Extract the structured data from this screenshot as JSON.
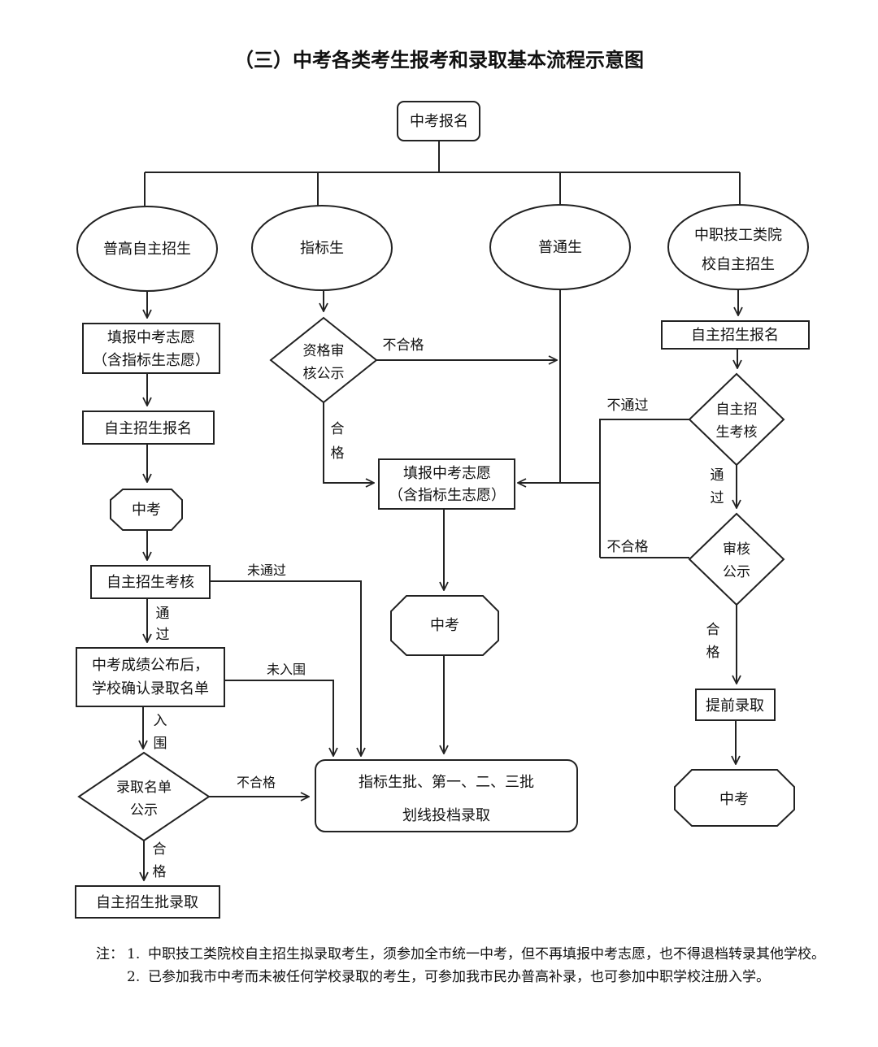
{
  "title": "（三）中考各类考生报考和录取基本流程示意图",
  "nodes": {
    "start": "中考报名",
    "cat_ordinary_high_autonomous": "普高自主招生",
    "cat_quota": "指标生",
    "cat_regular": "普通生",
    "cat_vocational_l1": "中职技工类院",
    "cat_vocational_l2": "校自主招生",
    "left_fill_l1": "填报中考志愿",
    "left_fill_l2": "（含指标生志愿）",
    "left_register": "自主招生报名",
    "left_exam": "中考",
    "left_assess": "自主招生考核",
    "left_confirm_l1": "中考成绩公布后，",
    "left_confirm_l2": "学校确认录取名单",
    "left_publicity_l1": "录取名单",
    "left_publicity_l2": "公示",
    "left_admit": "自主招生批录取",
    "quota_review_l1": "资格审",
    "quota_review_l2": "核公示",
    "mid_fill_l1": "填报中考志愿",
    "mid_fill_l2": "（含指标生志愿）",
    "mid_exam": "中考",
    "final_l1": "指标生批、第一、二、三批",
    "final_l2": "划线投档录取",
    "right_register": "自主招生报名",
    "right_assess_l1": "自主招",
    "right_assess_l2": "生考核",
    "right_publicity_l1": "审核",
    "right_publicity_l2": "公示",
    "right_early": "提前录取",
    "right_exam": "中考"
  },
  "labels": {
    "pass_l1": "通",
    "pass_l2": "过",
    "shortlist_l1": "入",
    "shortlist_l2": "围",
    "qualified_l1": "合",
    "qualified_l2": "格",
    "quota_qualified_l1": "合",
    "quota_qualified_l2": "格",
    "quota_unqualified": "不合格",
    "left_not_passed": "未通过",
    "left_not_shortlisted": "未入围",
    "left_unqualified": "不合格",
    "right_not_passed": "不通过",
    "right_pass_l1": "通",
    "right_pass_l2": "过",
    "right_unqualified": "不合格",
    "right_qualified_l1": "合",
    "right_qualified_l2": "格"
  },
  "notes": {
    "prefix": "注：",
    "items": [
      {
        "num": "1.",
        "text": "中职技工类院校自主招生拟录取考生，须参加全市统一中考，但不再填报中考志愿，也不得退档转录其他学校。"
      },
      {
        "num": "2.",
        "text": "已参加我市中考而未被任何学校录取的考生，可参加我市民办普高补录，也可参加中职学校注册入学。"
      }
    ]
  }
}
